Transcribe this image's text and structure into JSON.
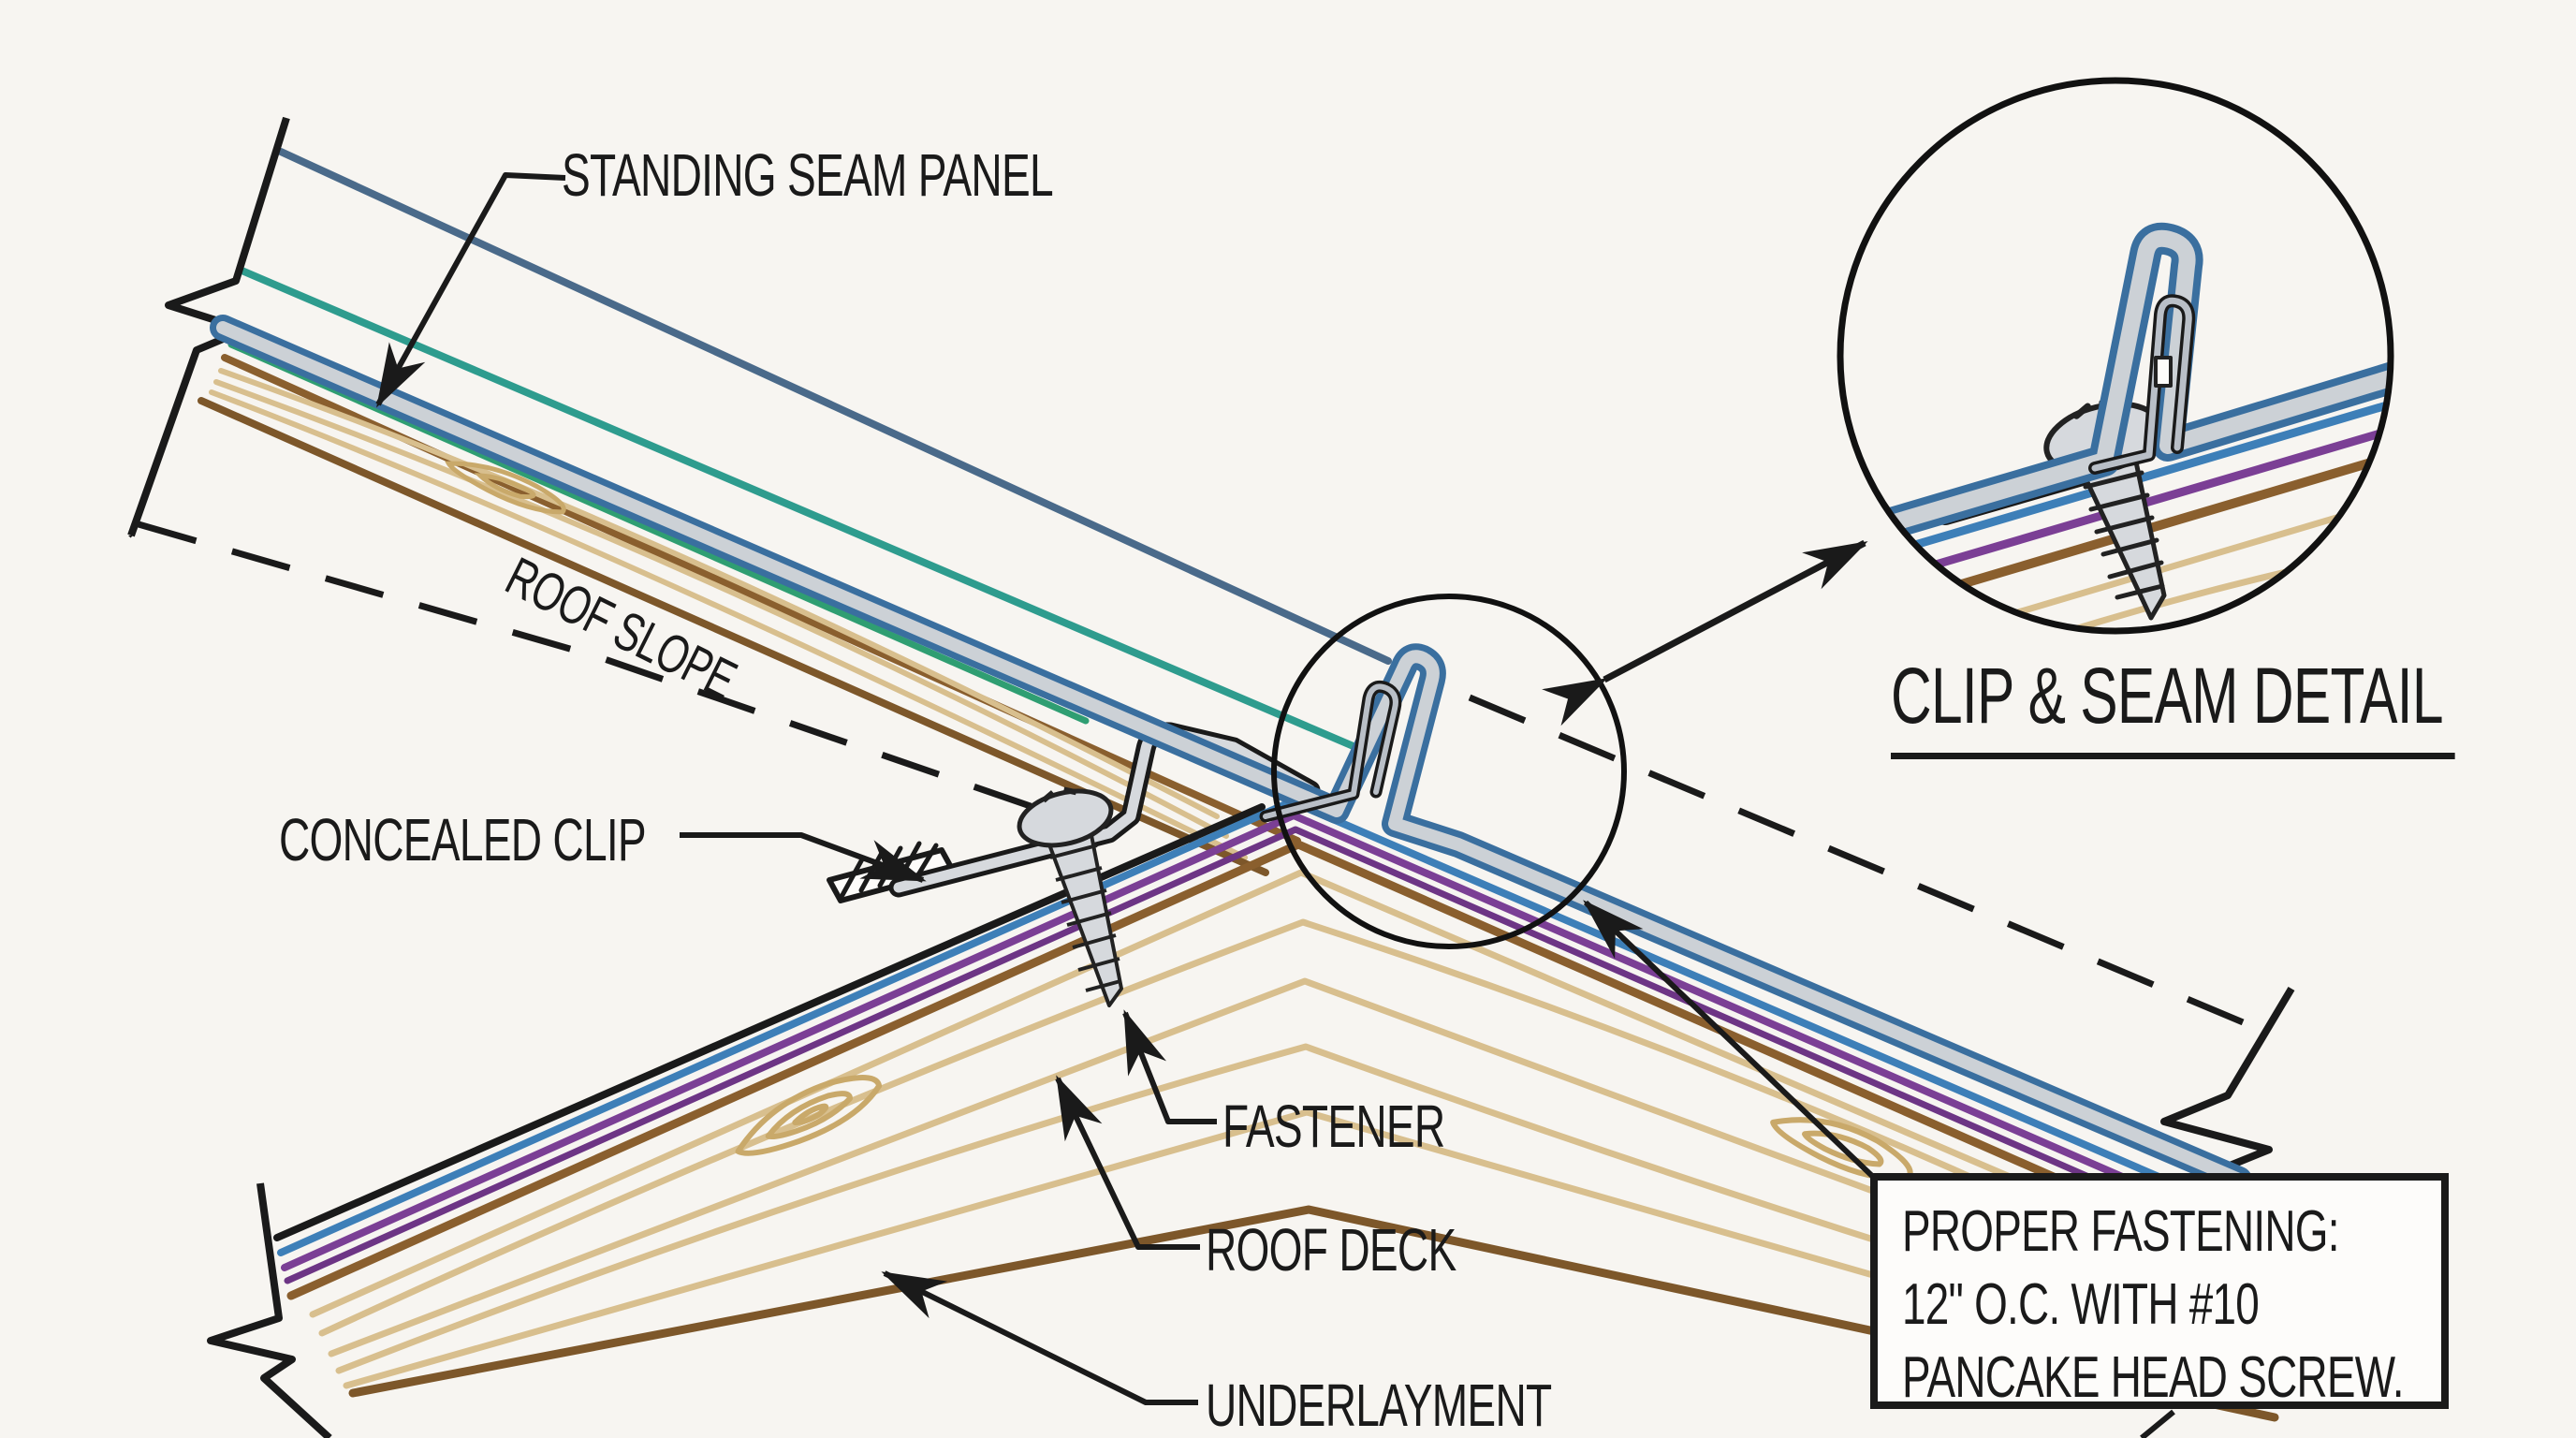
{
  "drawing": {
    "type": "construction-detail",
    "subject": "standing seam metal roof clip and seam attachment detail"
  },
  "labels": {
    "standing_seam_panel": "STANDING SEAM PANEL",
    "roof_slope": "ROOF SLOPE",
    "concealed_clip": "CONCEALED CLIP",
    "fastener": "FASTENER",
    "roof_deck": "ROOF DECK",
    "underlayment": "UNDERLAYMENT",
    "detail_title": "CLIP & SEAM DETAIL"
  },
  "note_box": {
    "lines": [
      "PROPER FASTENING:",
      "12\" O.C. WITH #10",
      "PANCAKE HEAD SCREW."
    ]
  },
  "colors": {
    "bg": "#f7f5f1",
    "ink": "#1a1a1a",
    "slate": "#4a6a8a",
    "teal": "#2e9c8e",
    "blue": "#3d7fb8",
    "panelblue": "#3a6f9f",
    "green": "#2f9e72",
    "purple": "#7b3f95",
    "purple2": "#6d3585",
    "brown": "#8a5f2e",
    "brown2": "#7d572a",
    "tan": "#d8bf8e",
    "tan2": "#c9a96a",
    "gray": "#ccd1d6",
    "gray2": "#b9bfc7",
    "metal": "#d6d9dd"
  }
}
